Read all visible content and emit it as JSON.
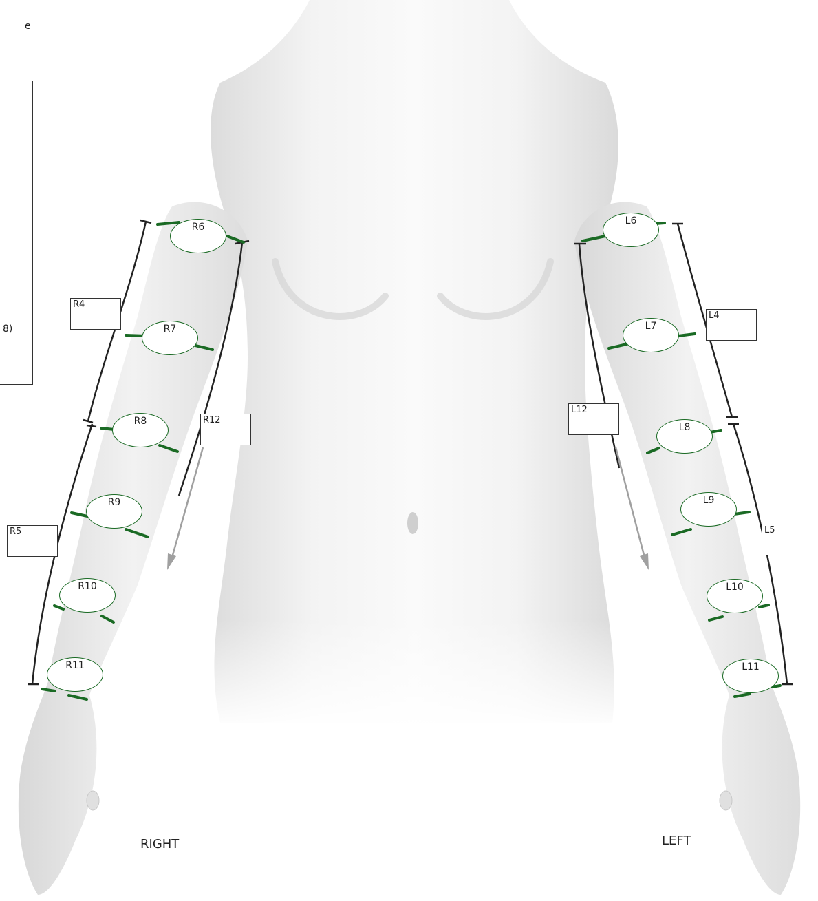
{
  "fragments": {
    "top_e": "e",
    "mid_8": "8)"
  },
  "sides": {
    "right": "RIGHT",
    "left": "LEFT"
  },
  "boxes": {
    "r4": "R4",
    "r5": "R5",
    "r12": "R12",
    "l4": "L4",
    "l5": "L5",
    "l12": "L12"
  },
  "ovals": {
    "r6": "R6",
    "r7": "R7",
    "r8": "R8",
    "r9": "R9",
    "r10": "R10",
    "r11": "R11",
    "l6": "L6",
    "l7": "L7",
    "l8": "L8",
    "l9": "L9",
    "l10": "L10",
    "l11": "L11"
  },
  "colors": {
    "measure_green": "#1a6a24",
    "bracket_line": "#222222",
    "arrow_gray": "#a0a0a0",
    "skin_light": "#f4f4f4",
    "skin_shadow": "#d9d9d9"
  }
}
